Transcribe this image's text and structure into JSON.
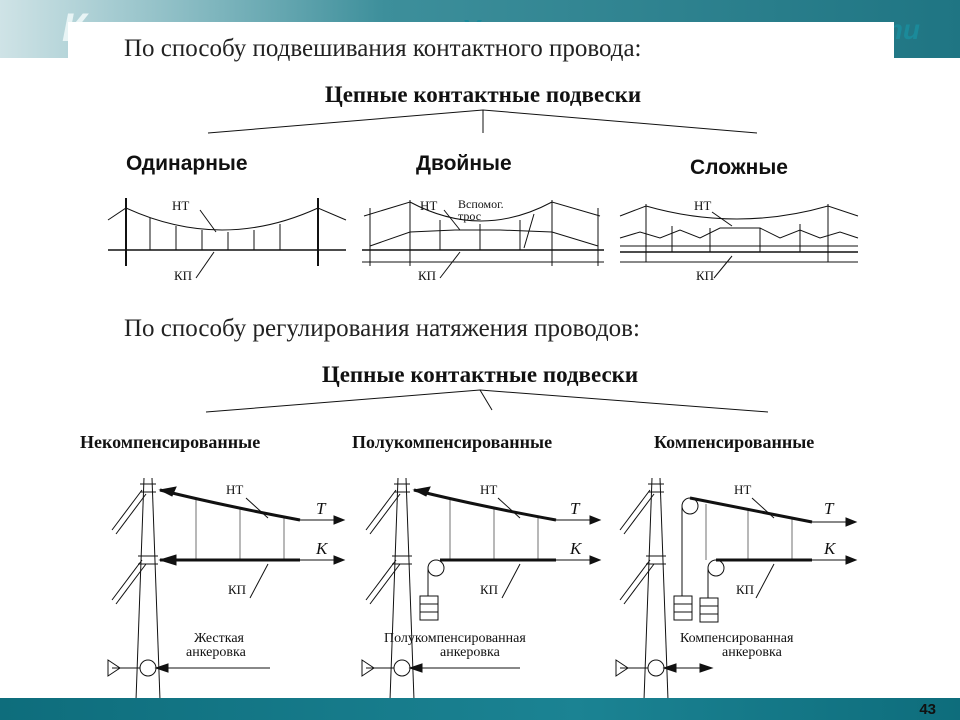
{
  "header": {
    "logo_text": "К",
    "title": "Универсал — контактные сети"
  },
  "section1": {
    "heading": "По способу подвешивания контактного провода:",
    "group_title": "Цепные контактные подвески",
    "types": [
      {
        "label": "Одинарные",
        "callouts": [
          "НТ",
          "КП"
        ]
      },
      {
        "label": "Двойные",
        "callouts": [
          "НТ",
          "Вспомог.",
          "трос",
          "КП"
        ]
      },
      {
        "label": "Сложные",
        "callouts": [
          "НТ",
          "КП"
        ]
      }
    ]
  },
  "section2": {
    "heading": "По способу регулирования натяжения проводов:",
    "group_title": "Цепные контактные подвески",
    "types": [
      {
        "label": "Некомпенсированные",
        "callouts": [
          "НТ",
          "КП"
        ],
        "arrows": [
          "T",
          "K"
        ],
        "caption": [
          "Жесткая",
          "анкеровка"
        ]
      },
      {
        "label": "Полукомпенсированные",
        "callouts": [
          "НТ",
          "КП"
        ],
        "arrows": [
          "T",
          "K"
        ],
        "caption": [
          "Полукомпенсированная",
          "анкеровка"
        ]
      },
      {
        "label": "Компенсированные",
        "callouts": [
          "НТ",
          "КП"
        ],
        "arrows": [
          "T",
          "K"
        ],
        "caption": [
          "Компенсированная",
          "анкеровка"
        ]
      }
    ]
  },
  "footer": {
    "page_number": "43"
  },
  "colors": {
    "header_teal": "#1f7583",
    "footer_teal": "#0e6d7c",
    "ink": "#111111"
  }
}
